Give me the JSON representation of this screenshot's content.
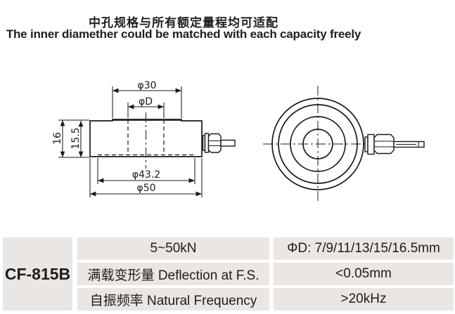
{
  "title": {
    "chinese": "中孔规格与所有额定量程均可适配",
    "english": "The inner diamether could be matched with each capacity freely"
  },
  "drawing": {
    "dims": {
      "boss_diameter": "φ30",
      "hole_diameter": "φD",
      "total_height": "16",
      "body_height": "15.5",
      "recess_diameter": "φ43.2",
      "outer_diameter": "φ50"
    }
  },
  "table": {
    "model": "CF-815B",
    "rows": [
      {
        "label": "5~50kN",
        "value": "ΦD: 7/9/11/13/15/16.5mm"
      },
      {
        "label": "满载变形量 Deflection at F.S.",
        "value": "<0.05mm"
      },
      {
        "label": "自振频率 Natural Frequency",
        "value": ">20kHz"
      }
    ]
  },
  "colors": {
    "line": "#1a1a1a",
    "table_cell_bg": "#e9e6e3",
    "text": "#1f1c1a"
  }
}
